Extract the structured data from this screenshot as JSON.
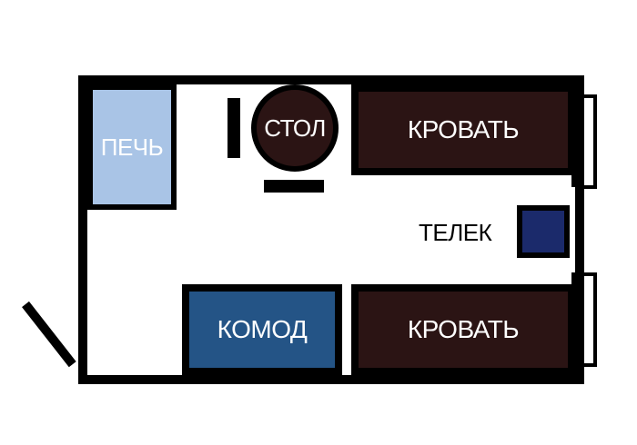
{
  "labels": {
    "stove": "ПЕЧЬ",
    "table": "СТОЛ",
    "bed_top": "КРОВАТЬ",
    "bed_bottom": "КРОВАТЬ",
    "dresser": "КОМОД",
    "tv": "ТЕЛЕК"
  },
  "colors": {
    "wall": "#000000",
    "stove": "#a9c4e6",
    "bed": "#2b1414",
    "table": "#2b1414",
    "dresser": "#245486",
    "tv": "#1b2a6b"
  }
}
